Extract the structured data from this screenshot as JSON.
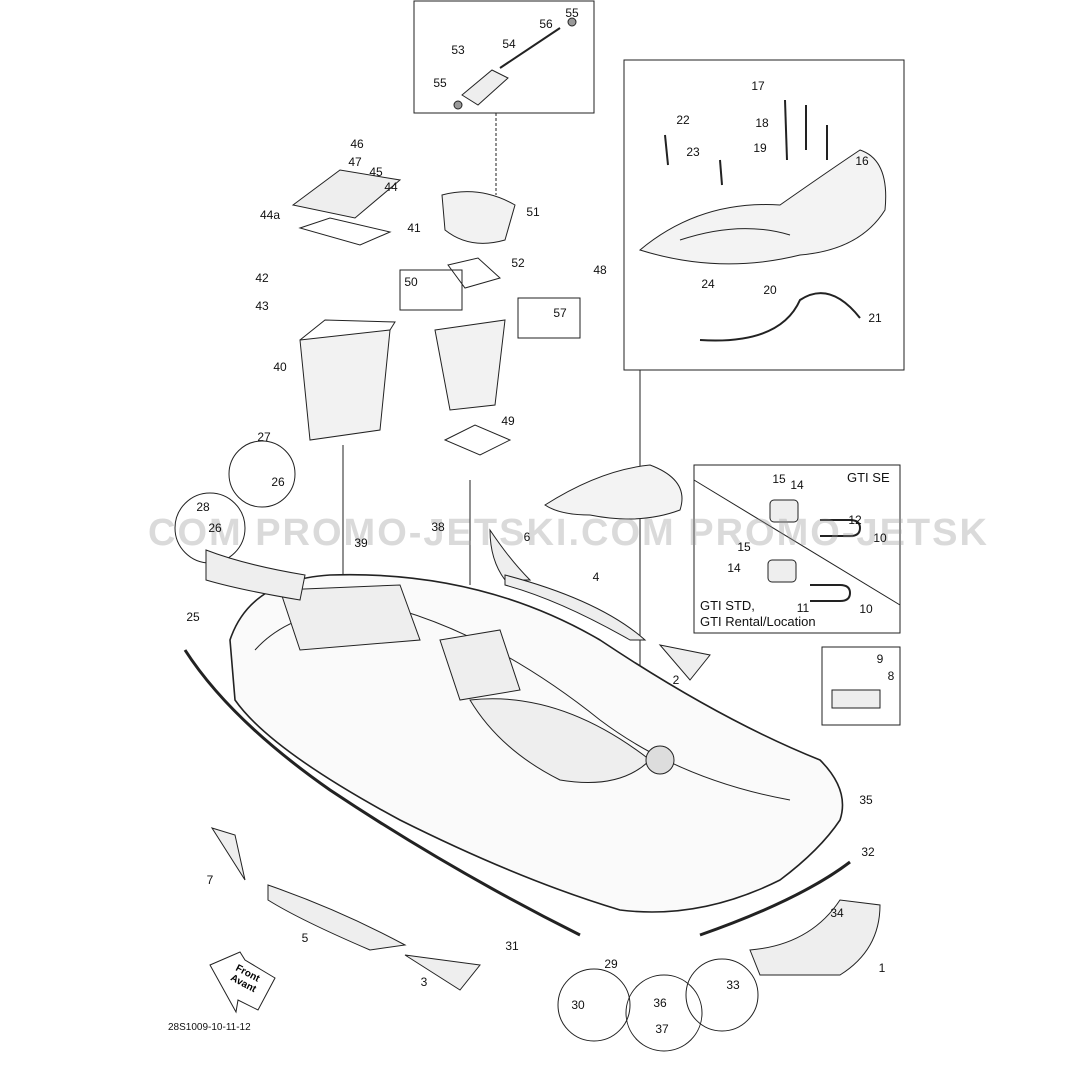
{
  "diagram": {
    "document_code": "28S1009-10-11-12",
    "watermark": "COM PROMO-JETSKI.COM PROMO-JETSK",
    "front_arrow": {
      "line1": "Front",
      "line2": "Avant"
    },
    "variant_labels": {
      "gti_se": "GTI SE",
      "gti_std": "GTI STD,",
      "gti_rental": "GTI Rental/Location"
    },
    "callouts": [
      "55",
      "56",
      "54",
      "53",
      "55",
      "46",
      "47",
      "45",
      "44",
      "44a",
      "41",
      "51",
      "52",
      "48",
      "42",
      "50",
      "43",
      "57",
      "40",
      "49",
      "17",
      "18",
      "22",
      "23",
      "19",
      "16",
      "24",
      "20",
      "21",
      "27",
      "26",
      "28",
      "26",
      "39",
      "38",
      "6",
      "15",
      "14",
      "12",
      "10",
      "15",
      "14",
      "11",
      "10",
      "25",
      "4",
      "2",
      "9",
      "8",
      "35",
      "32",
      "7",
      "34",
      "5",
      "31",
      "29",
      "1",
      "30",
      "36",
      "33",
      "37",
      "3"
    ]
  }
}
